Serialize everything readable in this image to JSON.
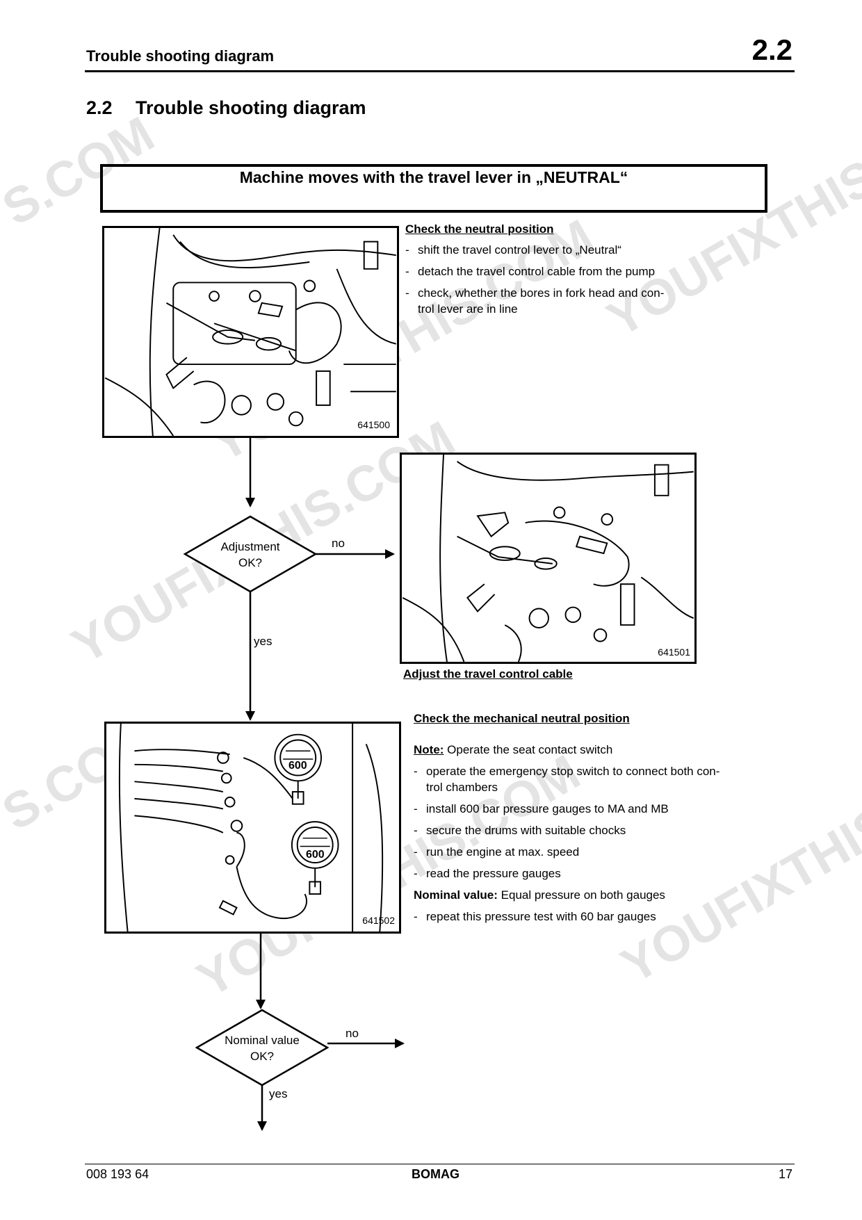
{
  "header": {
    "title": "Trouble shooting diagram",
    "section_number": "2.2"
  },
  "section": {
    "number": "2.2",
    "title": "Trouble shooting diagram"
  },
  "banner": {
    "text": "Machine moves with the travel lever in „NEUTRAL“"
  },
  "step1": {
    "heading": "Check the neutral position",
    "items": [
      "shift the travel control lever to „Neutral“",
      "detach the travel control cable from the pump",
      "check, whether the bores in fork head and con-\ntrol lever are in line"
    ],
    "figure": "641500"
  },
  "decision1": {
    "text_line1": "Adjustment",
    "text_line2": "OK?",
    "no_label": "no",
    "yes_label": "yes"
  },
  "adjust": {
    "figure": "641501",
    "caption": "Adjust the travel control cable"
  },
  "step2": {
    "heading": "Check the mechanical neutral position",
    "note_label": "Note:",
    "note_text": " Operate the seat contact switch",
    "items": [
      "operate the emergency stop switch to connect both con-\ntrol chambers",
      "install 600 bar pressure gauges to MA and MB",
      "secure the drums with suitable chocks",
      "run the engine at max. speed",
      "read the pressure gauges"
    ],
    "nominal_label": "Nominal value:",
    "nominal_text": " Equal pressure on both gauges",
    "last_item": "repeat this pressure test with 60 bar gauges",
    "figure": "641502",
    "gauge_label": "600"
  },
  "decision2": {
    "text_line1": "Nominal value",
    "text_line2": "OK?",
    "no_label": "no",
    "yes_label": "yes"
  },
  "footer": {
    "doc_number": "008 193 64",
    "brand": "BOMAG",
    "page": "17"
  },
  "watermark": {
    "text_a": "YOUFIXTHIS.COM",
    "text_b": "S.COM"
  }
}
